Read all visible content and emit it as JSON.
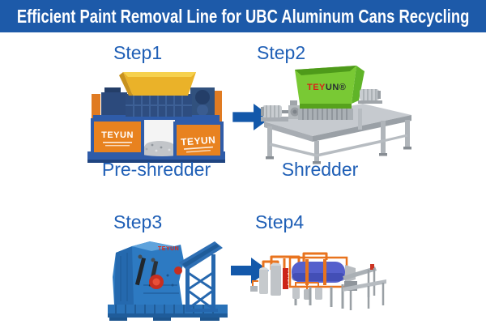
{
  "header": {
    "title": "Efficient Paint Removal Line for UBC Aluminum Cans Recycling"
  },
  "steps": [
    {
      "label": "Step1",
      "caption": "Pre-shredder"
    },
    {
      "label": "Step2",
      "caption": "Shredder"
    },
    {
      "label": "Step3"
    },
    {
      "label": "Step4"
    }
  ],
  "brand": {
    "name": "TEYUN",
    "tey": "TEY",
    "un_registered": "UN®"
  },
  "icons": {
    "flow_arrow": "arrow-right-icon"
  },
  "colors": {
    "header_bg": "#1d5aa9",
    "header_text": "#ffffff",
    "step_label": "#1f5fb6",
    "arrow_blue": "#1358aa",
    "machine1_frame_blue": "#2f5ca9",
    "machine1_panel_orange": "#e8821f",
    "machine1_hopper_yellow": "#eab229",
    "machine2_hopper_green": "#79c934",
    "machine2_steel_gray": "#c6cacf",
    "machine3_body_blue": "#2d7ac2",
    "machine4_pipe_orange": "#e8731e",
    "machine4_drum_blue": "#5560cc",
    "brand_red": "#d82418"
  }
}
